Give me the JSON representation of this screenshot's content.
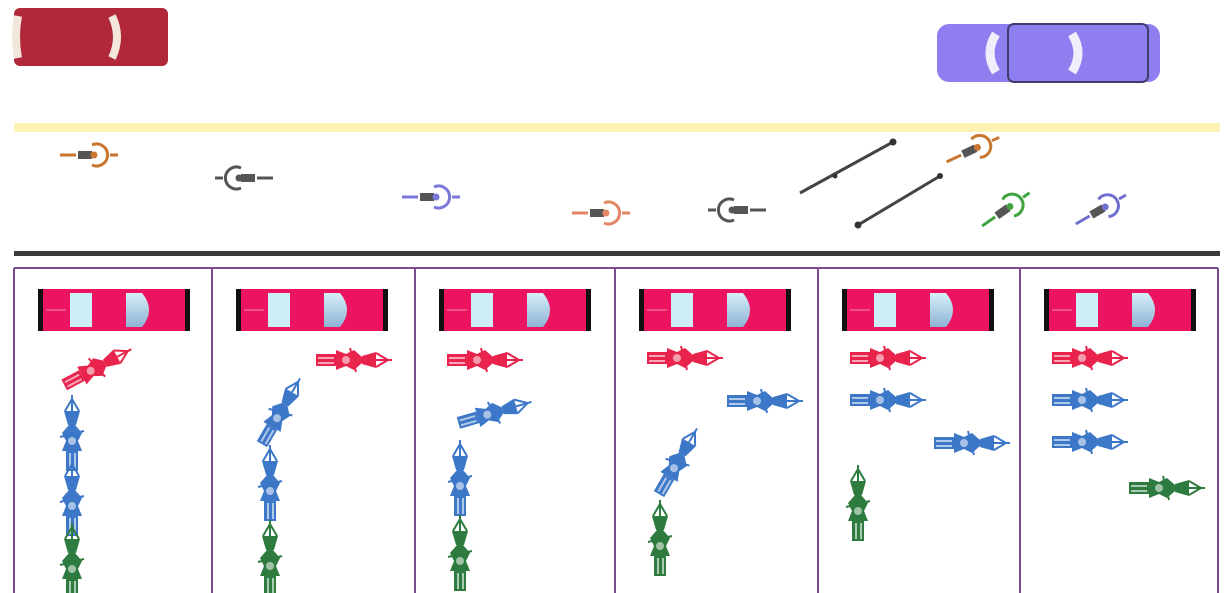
{
  "scene": {
    "top_cars": [
      {
        "name": "top-left-car",
        "color": "#b0283a",
        "window_color": "#f3e7dc"
      },
      {
        "name": "top-right-car",
        "color": "#8f7ef0",
        "window_color": "#f1eefc"
      }
    ],
    "lane_line_color": "#fbf2b3",
    "road_edge_color": "#3b3b3b",
    "panel_border_color": "#7b4c8f",
    "panel_car": {
      "body": "#ec1461",
      "window": "#cdeef6",
      "dark": "#111111"
    },
    "riders": [
      {
        "name": "rider-1",
        "color": "#c9762e"
      },
      {
        "name": "rider-2",
        "color": "#555555"
      },
      {
        "name": "rider-3",
        "color": "#7a78d8"
      },
      {
        "name": "rider-4",
        "color": "#e18766"
      },
      {
        "name": "rider-5",
        "color": "#555555"
      },
      {
        "name": "rider-6",
        "color": "#c9762e"
      },
      {
        "name": "rider-7",
        "color": "#3fa33f"
      },
      {
        "name": "rider-8",
        "color": "#6f6fcf"
      }
    ],
    "marker_colors": {
      "red": "#e8244c",
      "blue": "#3d78c8",
      "green": "#2e7b3f"
    },
    "panels": [
      {
        "id": 1,
        "markers": [
          "red",
          "blue",
          "blue",
          "green"
        ]
      },
      {
        "id": 2,
        "markers": [
          "red",
          "blue",
          "blue",
          "green"
        ]
      },
      {
        "id": 3,
        "markers": [
          "red",
          "blue",
          "blue",
          "green"
        ]
      },
      {
        "id": 4,
        "markers": [
          "red",
          "blue",
          "blue",
          "green"
        ]
      },
      {
        "id": 5,
        "markers": [
          "red",
          "blue",
          "blue",
          "green"
        ]
      },
      {
        "id": 6,
        "markers": [
          "red",
          "blue",
          "blue",
          "green"
        ]
      }
    ]
  }
}
